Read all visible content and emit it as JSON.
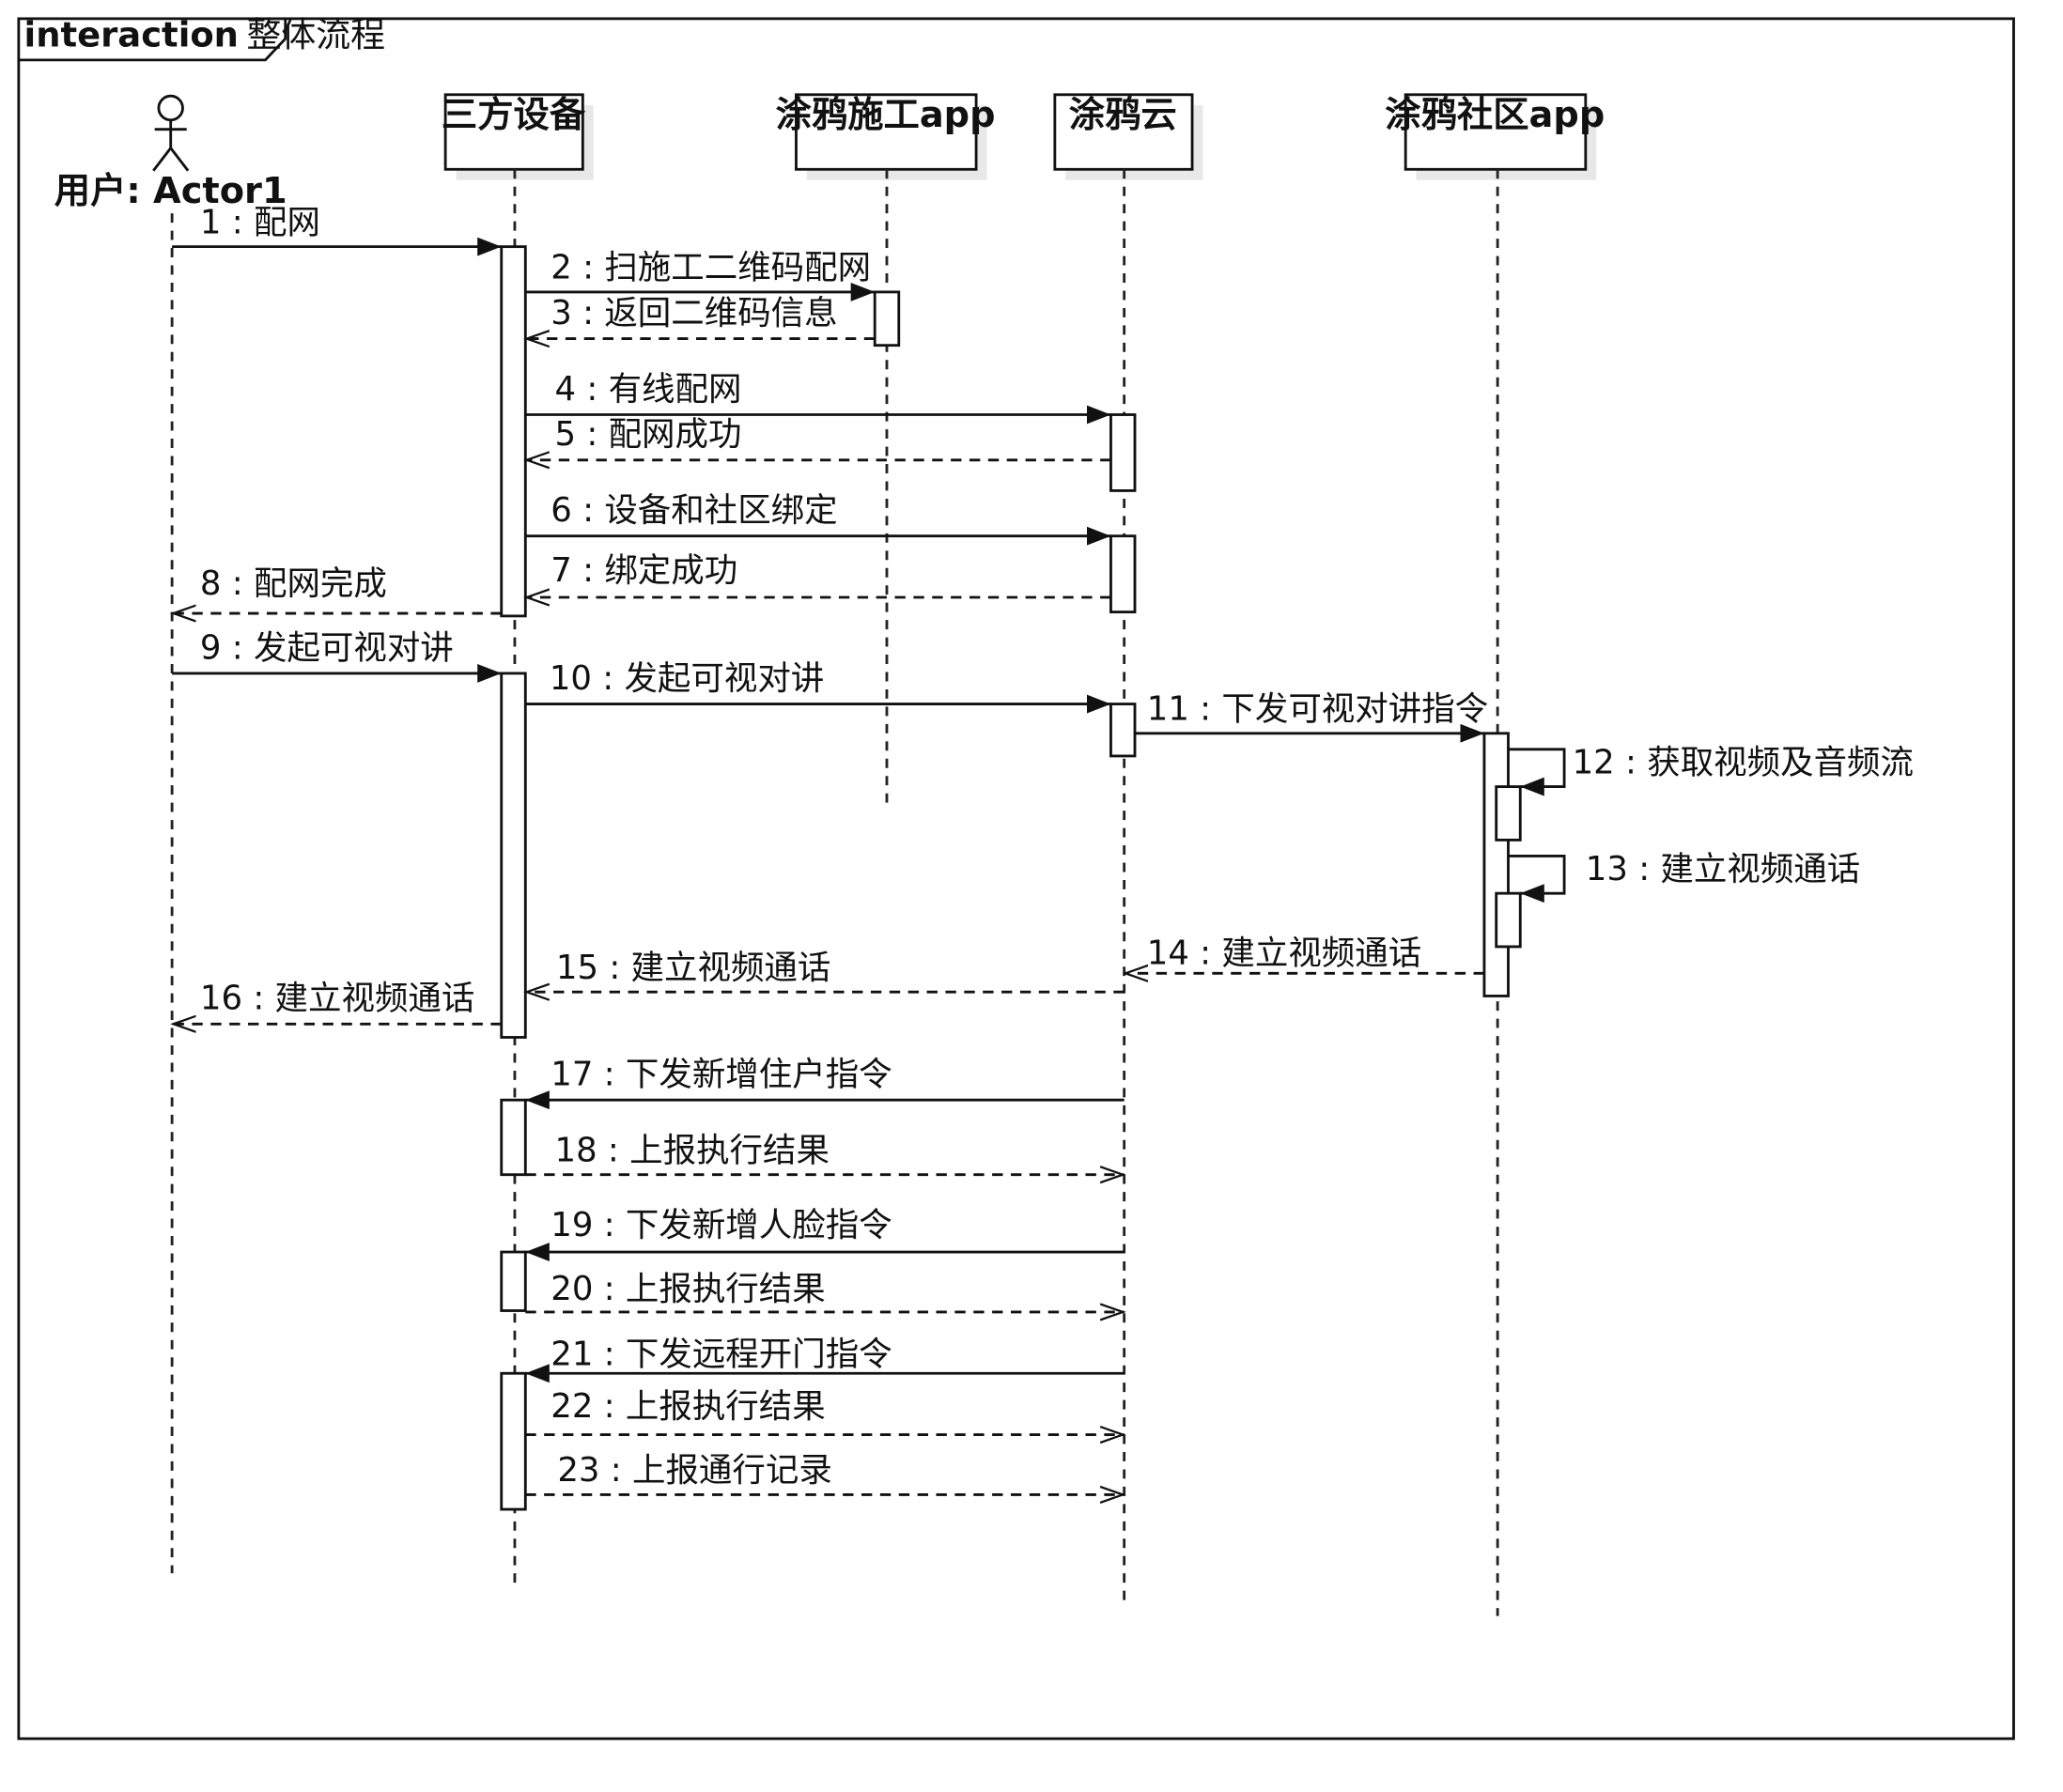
{
  "frame": {
    "keyword": "interaction",
    "name": "整体流程"
  },
  "participants": [
    {
      "id": "user",
      "label": "用户: Actor1",
      "kind": "actor"
    },
    {
      "id": "device",
      "label": "三方设备",
      "kind": "object"
    },
    {
      "id": "installer",
      "label": "涂鸦施工app",
      "kind": "object"
    },
    {
      "id": "cloud",
      "label": "涂鸦云",
      "kind": "object"
    },
    {
      "id": "community",
      "label": "涂鸦社区app",
      "kind": "object"
    }
  ],
  "messages": [
    {
      "label": "1 : 配网",
      "from": "user",
      "to": "device",
      "type": "sync"
    },
    {
      "label": "2 : 扫施工二维码配网",
      "from": "device",
      "to": "installer",
      "type": "sync"
    },
    {
      "label": "3 : 返回二维码信息",
      "from": "installer",
      "to": "device",
      "type": "reply"
    },
    {
      "label": "4 : 有线配网",
      "from": "device",
      "to": "cloud",
      "type": "sync"
    },
    {
      "label": "5 : 配网成功",
      "from": "cloud",
      "to": "device",
      "type": "reply"
    },
    {
      "label": "6 : 设备和社区绑定",
      "from": "device",
      "to": "cloud",
      "type": "sync"
    },
    {
      "label": "7 : 绑定成功",
      "from": "cloud",
      "to": "device",
      "type": "reply"
    },
    {
      "label": "8 : 配网完成",
      "from": "device",
      "to": "user",
      "type": "reply"
    },
    {
      "label": "9 : 发起可视对讲",
      "from": "user",
      "to": "device",
      "type": "sync"
    },
    {
      "label": "10 : 发起可视对讲",
      "from": "device",
      "to": "cloud",
      "type": "sync"
    },
    {
      "label": "11 : 下发可视对讲指令",
      "from": "cloud",
      "to": "community",
      "type": "sync"
    },
    {
      "label": "12 : 获取视频及音频流",
      "from": "community",
      "to": "community",
      "type": "self"
    },
    {
      "label": "13 : 建立视频通话",
      "from": "community",
      "to": "community",
      "type": "self"
    },
    {
      "label": "14 : 建立视频通话",
      "from": "community",
      "to": "cloud",
      "type": "reply"
    },
    {
      "label": "15 : 建立视频通话",
      "from": "cloud",
      "to": "device",
      "type": "reply"
    },
    {
      "label": "16 : 建立视频通话",
      "from": "device",
      "to": "user",
      "type": "reply"
    },
    {
      "label": "17 : 下发新增住户指令",
      "from": "cloud",
      "to": "device",
      "type": "sync"
    },
    {
      "label": "18 : 上报执行结果",
      "from": "device",
      "to": "cloud",
      "type": "reply"
    },
    {
      "label": "19 : 下发新增人脸指令",
      "from": "cloud",
      "to": "device",
      "type": "sync"
    },
    {
      "label": "20 : 上报执行结果",
      "from": "device",
      "to": "cloud",
      "type": "reply"
    },
    {
      "label": "21 : 下发远程开门指令",
      "from": "cloud",
      "to": "device",
      "type": "sync"
    },
    {
      "label": "22 : 上报执行结果",
      "from": "device",
      "to": "cloud",
      "type": "reply"
    },
    {
      "label": "23 : 上报通行记录",
      "from": "device",
      "to": "cloud",
      "type": "reply"
    }
  ]
}
